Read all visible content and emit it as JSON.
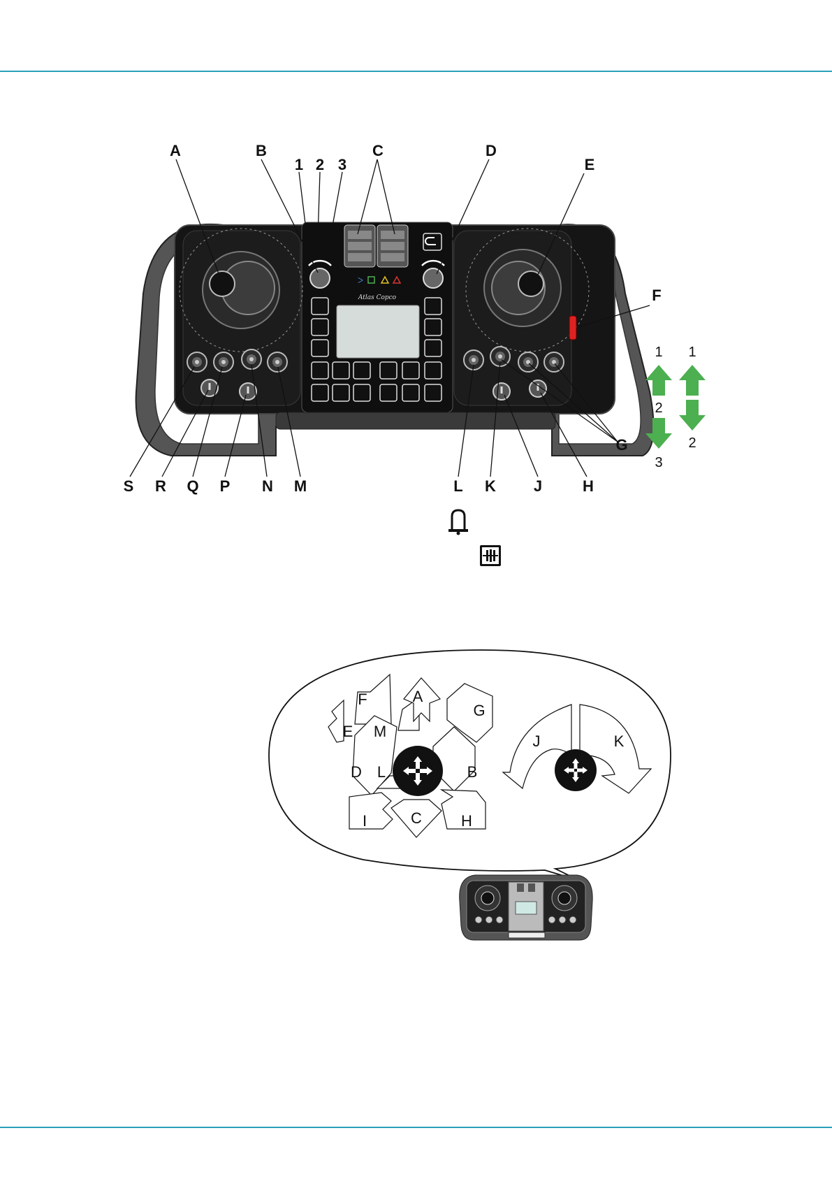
{
  "header_rule_color": "#2a9fb8",
  "panel_callouts": {
    "top": [
      "A",
      "B",
      "1",
      "2",
      "3",
      "C",
      "D",
      "E"
    ],
    "right": [
      "F",
      "G"
    ],
    "bottom_left": [
      "S",
      "R",
      "Q",
      "P",
      "N",
      "M"
    ],
    "bottom_right": [
      "L",
      "K",
      "J",
      "H"
    ]
  },
  "position_arrows": {
    "three_position": [
      "1",
      "2",
      "3"
    ],
    "two_position": [
      "1",
      "2"
    ],
    "arrow_color": "#4caf50"
  },
  "inline_icons": [
    "bell-icon",
    "vibration-icon"
  ],
  "brand_text": "Atlas Copco",
  "joystick_diagram": {
    "left_directions": [
      "A",
      "F",
      "G",
      "E",
      "M",
      "D",
      "L",
      "B",
      "I",
      "C",
      "H"
    ],
    "right_directions": [
      "J",
      "K"
    ]
  }
}
